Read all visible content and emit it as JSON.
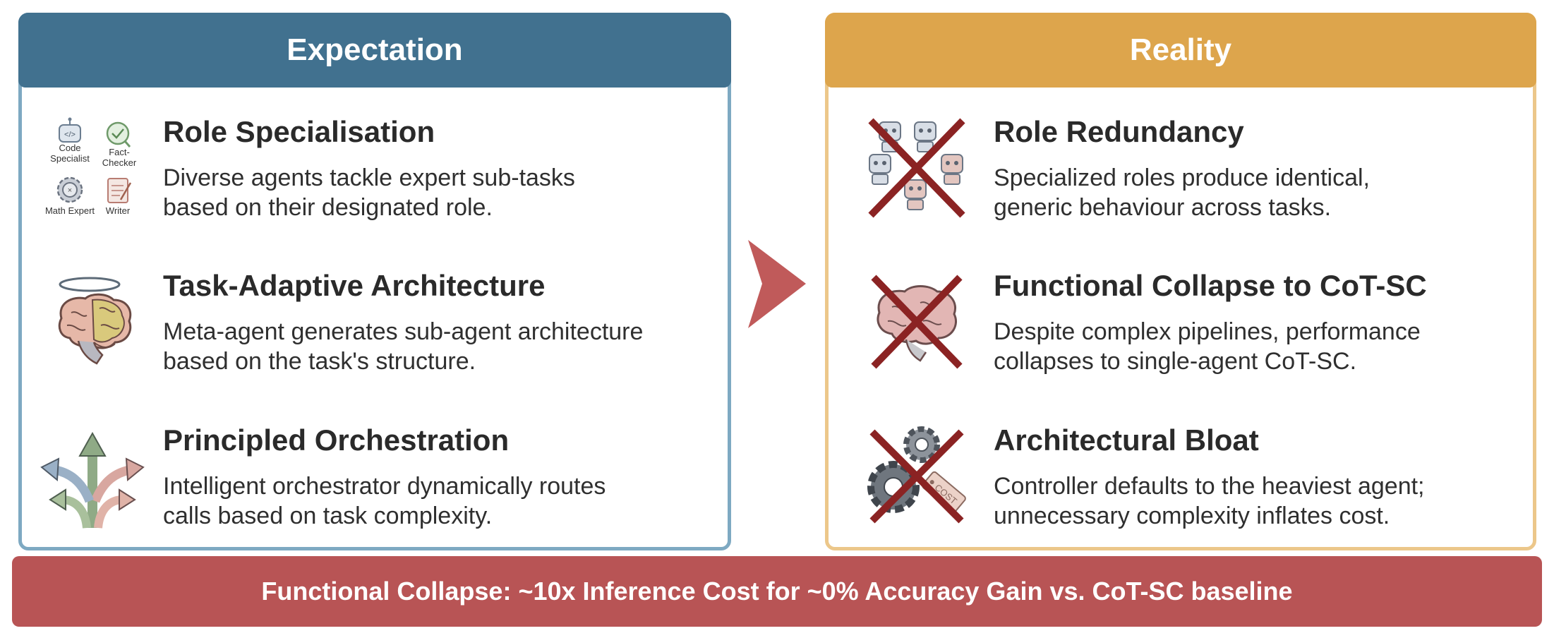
{
  "expectation": {
    "header": "Expectation",
    "items": [
      {
        "title": "Role Specialisation",
        "desc_lines": [
          "Diverse agents tackle expert sub-tasks",
          "based on their designated role."
        ],
        "icon": "role-agents-icon",
        "icon_labels": [
          "Code",
          "Specialist",
          "Fact-",
          "Checker",
          "Math Expert",
          "Writer"
        ]
      },
      {
        "title": "Task-Adaptive Architecture",
        "desc_lines": [
          "Meta-agent generates sub-agent architecture",
          "based on the task's structure."
        ],
        "icon": "brain-halo-icon"
      },
      {
        "title": "Principled Orchestration",
        "desc_lines": [
          "Intelligent orchestrator dynamically routes",
          "calls based on task complexity."
        ],
        "icon": "branching-arrows-icon"
      }
    ]
  },
  "reality": {
    "header": "Reality",
    "items": [
      {
        "title": "Role Redundancy",
        "desc_lines": [
          "Specialized roles produce identical,",
          "generic behaviour across tasks."
        ],
        "icon": "crossed-robots-icon"
      },
      {
        "title": "Functional Collapse to CoT-SC",
        "desc_lines": [
          "Despite complex pipelines, performance",
          "collapses to single-agent CoT-SC."
        ],
        "icon": "crossed-brain-icon"
      },
      {
        "title": "Architectural Bloat",
        "desc_lines": [
          "Controller defaults to the heaviest agent;",
          "unnecessary complexity inflates cost."
        ],
        "icon": "crossed-gears-cost-icon",
        "icon_label": "COST"
      }
    ]
  },
  "banner": "Functional Collapse: ~10x Inference Cost for ~0% Accuracy Gain vs. CoT-SC baseline",
  "colors": {
    "expectation_header": "#41718f",
    "expectation_border": "#7ea9c2",
    "reality_header": "#dda54c",
    "reality_border": "#ecc78a",
    "arrow": "#c05a5a",
    "banner": "#b85455",
    "cross": "#8b2323"
  }
}
